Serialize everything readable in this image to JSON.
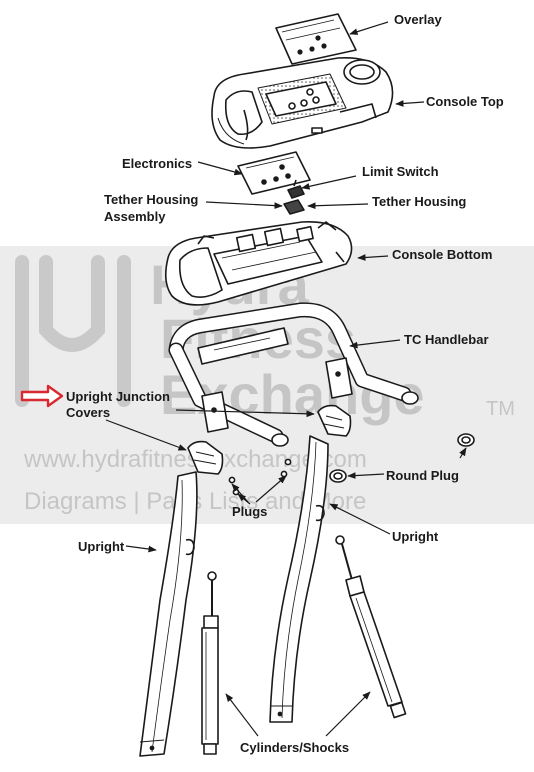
{
  "watermark": {
    "line1": "Hydra",
    "line2": "Fitness",
    "line3": "Exchange",
    "tm": "TM",
    "url": "www.hydrafitnessexchange.com",
    "tagline": "Diagrams | Parts Lists and More"
  },
  "labels": {
    "overlay": "Overlay",
    "console_top": "Console Top",
    "electronics": "Electronics",
    "limit_switch": "Limit Switch",
    "tether_housing_assembly_1": "Tether Housing",
    "tether_housing_assembly_2": "Assembly",
    "tether_housing": "Tether Housing",
    "console_bottom": "Console Bottom",
    "tc_handlebar": "TC Handlebar",
    "upright_junction_covers_1": "Upright Junction",
    "upright_junction_covers_2": "Covers",
    "round_plug": "Round Plug",
    "plugs": "Plugs",
    "upright_left": "Upright",
    "upright_right": "Upright",
    "cylinders_shocks": "Cylinders/Shocks"
  },
  "colors": {
    "line": "#1a1a1a",
    "highlight_arrow": "#d9282f",
    "watermark": "#9a9a9a"
  }
}
